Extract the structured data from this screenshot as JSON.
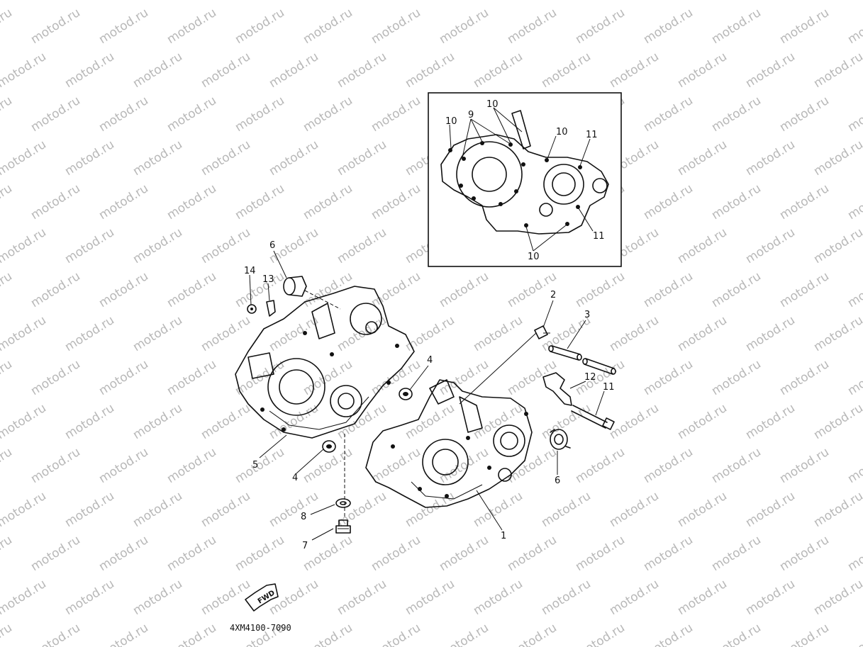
{
  "watermark_text": "motod.ru",
  "part_code": "4XM4100-7090",
  "fwd_label": "FWD",
  "callouts": {
    "c1": "1",
    "c2": "2",
    "c3": "3",
    "c4a": "4",
    "c4b": "4",
    "c5": "5",
    "c6a": "6",
    "c6b": "6",
    "c7": "7",
    "c8": "8",
    "c9": "9",
    "c10a": "10",
    "c10b": "10",
    "c10c": "10",
    "c10d": "10",
    "c11a": "11",
    "c11b": "11",
    "c11c": "11",
    "c12": "12",
    "c13": "13",
    "c14": "14"
  }
}
